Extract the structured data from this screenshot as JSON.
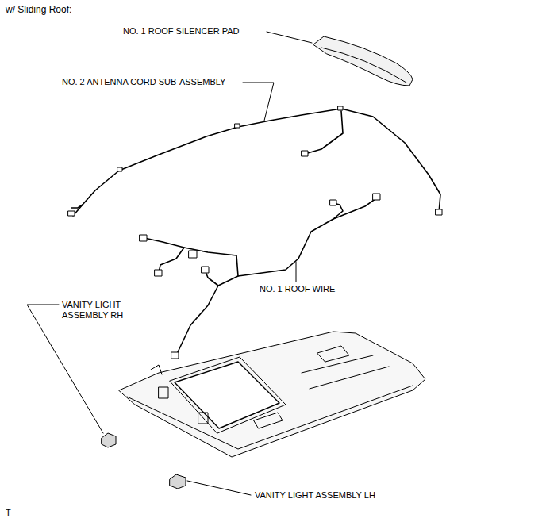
{
  "diagram": {
    "title": "w/ Sliding Roof:",
    "labels": [
      "NO. 1 ROOF SILENCER PAD",
      "NO. 2 ANTENNA CORD SUB-ASSEMBLY",
      "NO. 1 ROOF WIRE",
      "VANITY LIGHT ASSEMBLY RH",
      "VANITY LIGHT ASSEMBLY LH",
      "T"
    ]
  }
}
